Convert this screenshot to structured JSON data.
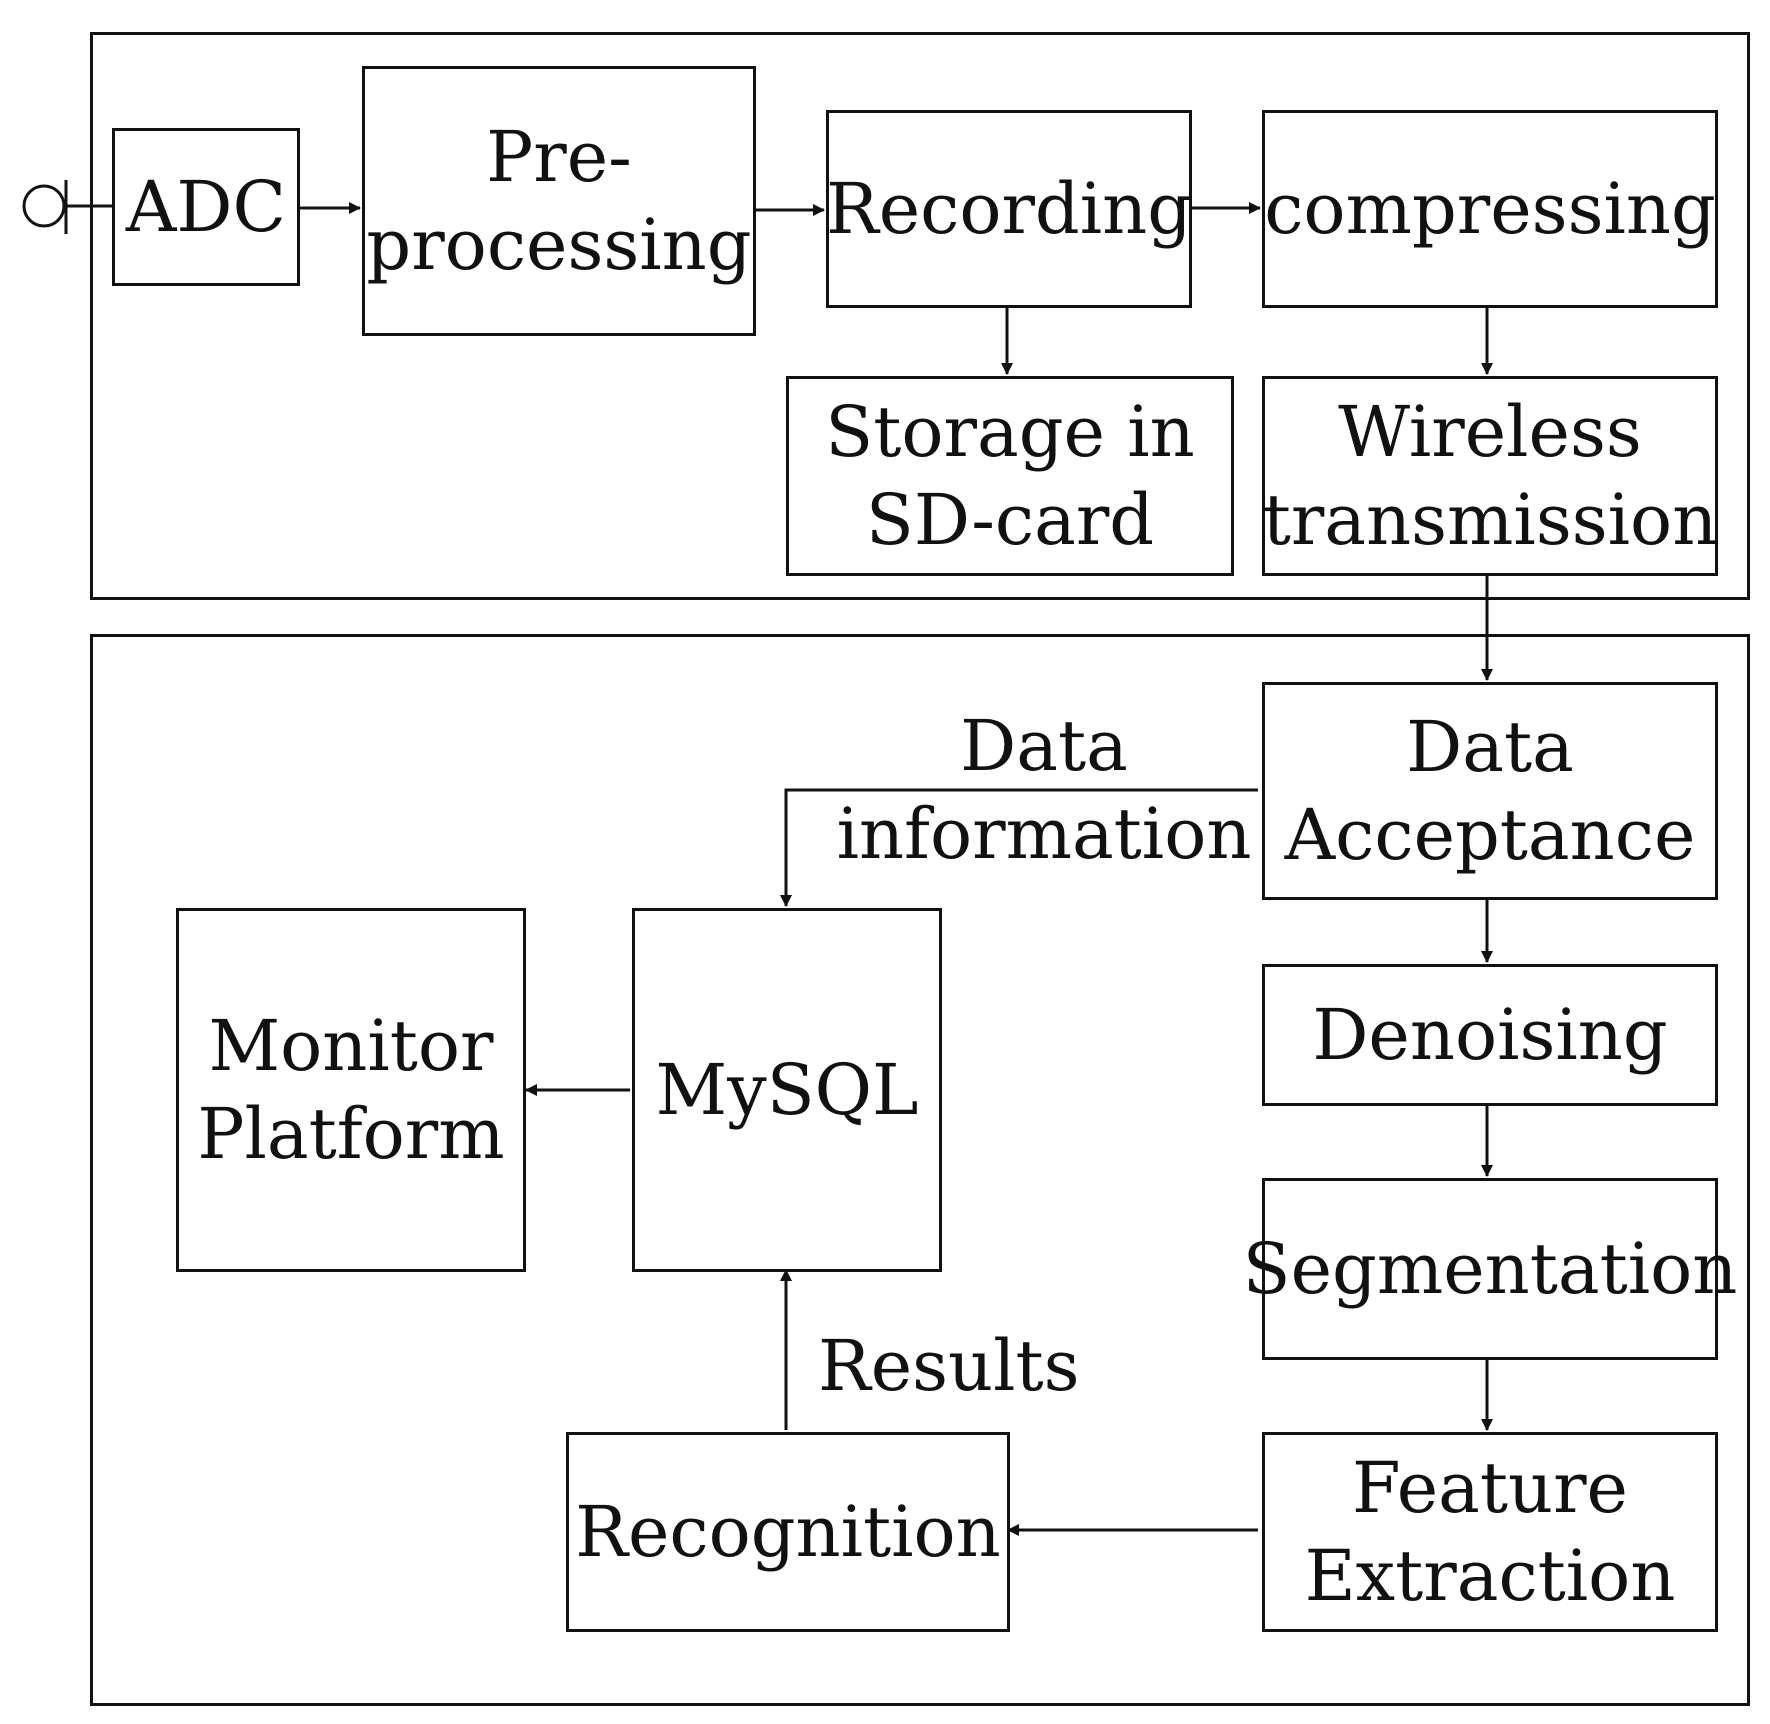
{
  "diagram": {
    "top_panel": {
      "adc": "ADC",
      "preprocessing": [
        "Pre-",
        "processing"
      ],
      "recording": "Recording",
      "compressing": "compressing",
      "storage": [
        "Storage in",
        "SD-card"
      ],
      "wireless": [
        "Wireless",
        "transmission"
      ]
    },
    "bottom_panel": {
      "data_acceptance": [
        "Data",
        "Acceptance"
      ],
      "denoising": "Denoising",
      "segmentation": "Segmentation",
      "feature_extraction": [
        "Feature",
        "Extraction"
      ],
      "recognition": "Recognition",
      "mysql": "MySQL",
      "monitor_platform": [
        "Monitor",
        "Platform"
      ],
      "data_information_label": [
        "Data",
        "information"
      ],
      "results_label": "Results"
    }
  }
}
